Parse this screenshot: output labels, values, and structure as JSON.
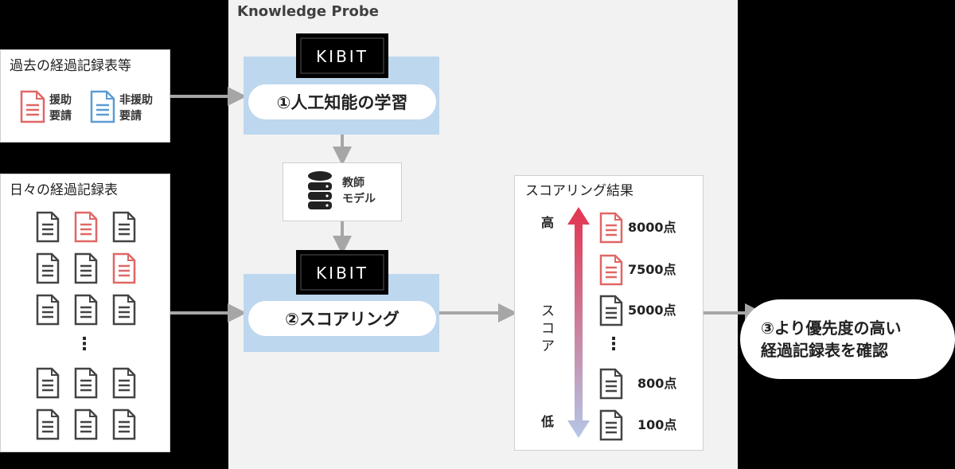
{
  "probe": {
    "title": "Knowledge Probe"
  },
  "past_records": {
    "title": "過去の経過記録表等",
    "support_label": [
      "援助",
      "要請"
    ],
    "non_support_label": [
      "非援助",
      "要請"
    ]
  },
  "daily_records": {
    "title": "日々の経過記録表",
    "ellipsis": "⋮"
  },
  "logo": {
    "text": "KIBIT"
  },
  "steps": {
    "learn": "①人工知能の学習",
    "score": "②スコアリング",
    "confirm_line1": "③より優先度の高い",
    "confirm_line2": "経過記録表を確認"
  },
  "model": {
    "label": [
      "教師",
      "モデル"
    ]
  },
  "result": {
    "title": "スコアリング結果",
    "high": "高",
    "low": "低",
    "axis_label": [
      "ス",
      "コ",
      "ア"
    ],
    "ellipsis": "⋮",
    "scores": [
      "8000点",
      "7500点",
      "5000点",
      "800点",
      "100点"
    ]
  },
  "colors": {
    "red_doc": "#e06666",
    "blue_doc": "#5b9bd5",
    "gray_doc": "#444444",
    "arrow": "#a6a6a6",
    "box_blue": "#bdd7ee"
  },
  "icons": [
    "document-icon",
    "database-icon",
    "kibit-logo"
  ]
}
